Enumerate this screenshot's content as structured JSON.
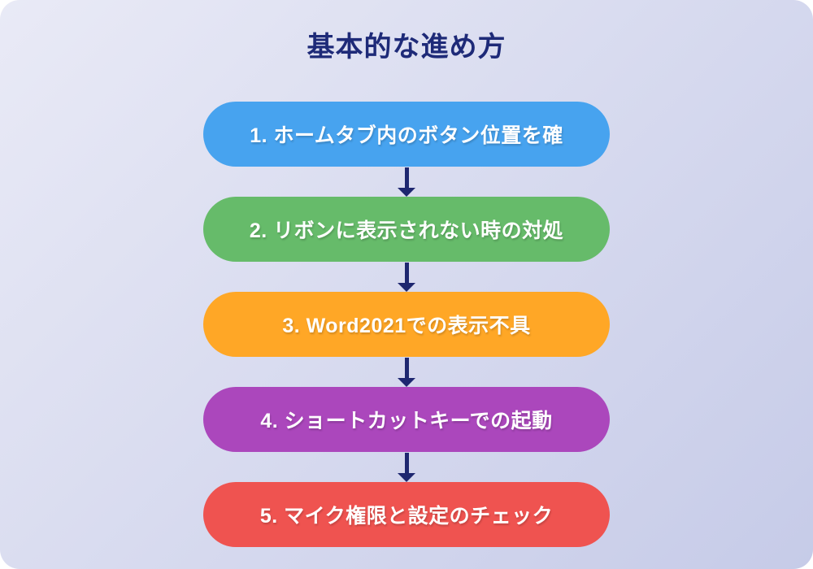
{
  "title": "基本的な進め方",
  "colors": {
    "background_start": "#E9EAF6",
    "background_end": "#C6CBE8",
    "title": "#1E2A78",
    "arrow": "#1E2770",
    "step_text": "#FFFFFF"
  },
  "steps": [
    {
      "label": "1. ホームタブ内のボタン位置を確",
      "color": "#47A3EF"
    },
    {
      "label": "2. リボンに表示されない時の対処",
      "color": "#66BB6A"
    },
    {
      "label": "3. Word2021での表示不具",
      "color": "#FFA726"
    },
    {
      "label": "4. ショートカットキーでの起動",
      "color": "#AB47BC"
    },
    {
      "label": "5. マイク権限と設定のチェック",
      "color": "#EF5350"
    }
  ]
}
